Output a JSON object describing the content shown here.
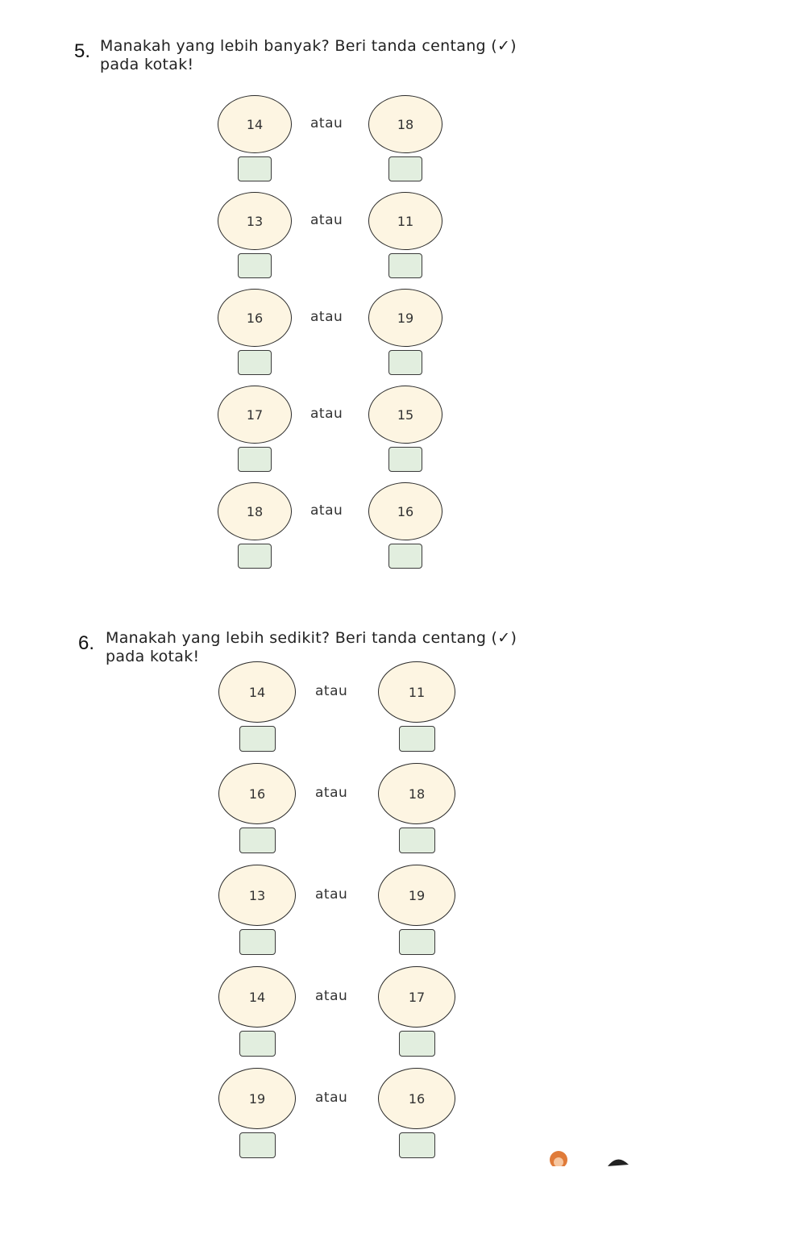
{
  "sections": [
    {
      "number": "5.",
      "line1": "Manakah yang lebih banyak? Beri tanda centang (✓)",
      "line2": "pada kotak!",
      "or_word": "atau",
      "rows": [
        {
          "left": "14",
          "right": "18"
        },
        {
          "left": "13",
          "right": "11"
        },
        {
          "left": "16",
          "right": "19"
        },
        {
          "left": "17",
          "right": "15"
        },
        {
          "left": "18",
          "right": "16"
        }
      ]
    },
    {
      "number": "6.",
      "line1": "Manakah yang lebih sedikit? Beri tanda centang (✓)",
      "line2": "pada kotak!",
      "or_word": "atau",
      "rows": [
        {
          "left": "14",
          "right": "11"
        },
        {
          "left": "16",
          "right": "18"
        },
        {
          "left": "13",
          "right": "19"
        },
        {
          "left": "14",
          "right": "17"
        },
        {
          "left": "19",
          "right": "16"
        }
      ]
    }
  ],
  "colors": {
    "circle_fill": "#fdf5e2",
    "box_fill": "#e2eedf",
    "outline": "#2a2a2a"
  }
}
